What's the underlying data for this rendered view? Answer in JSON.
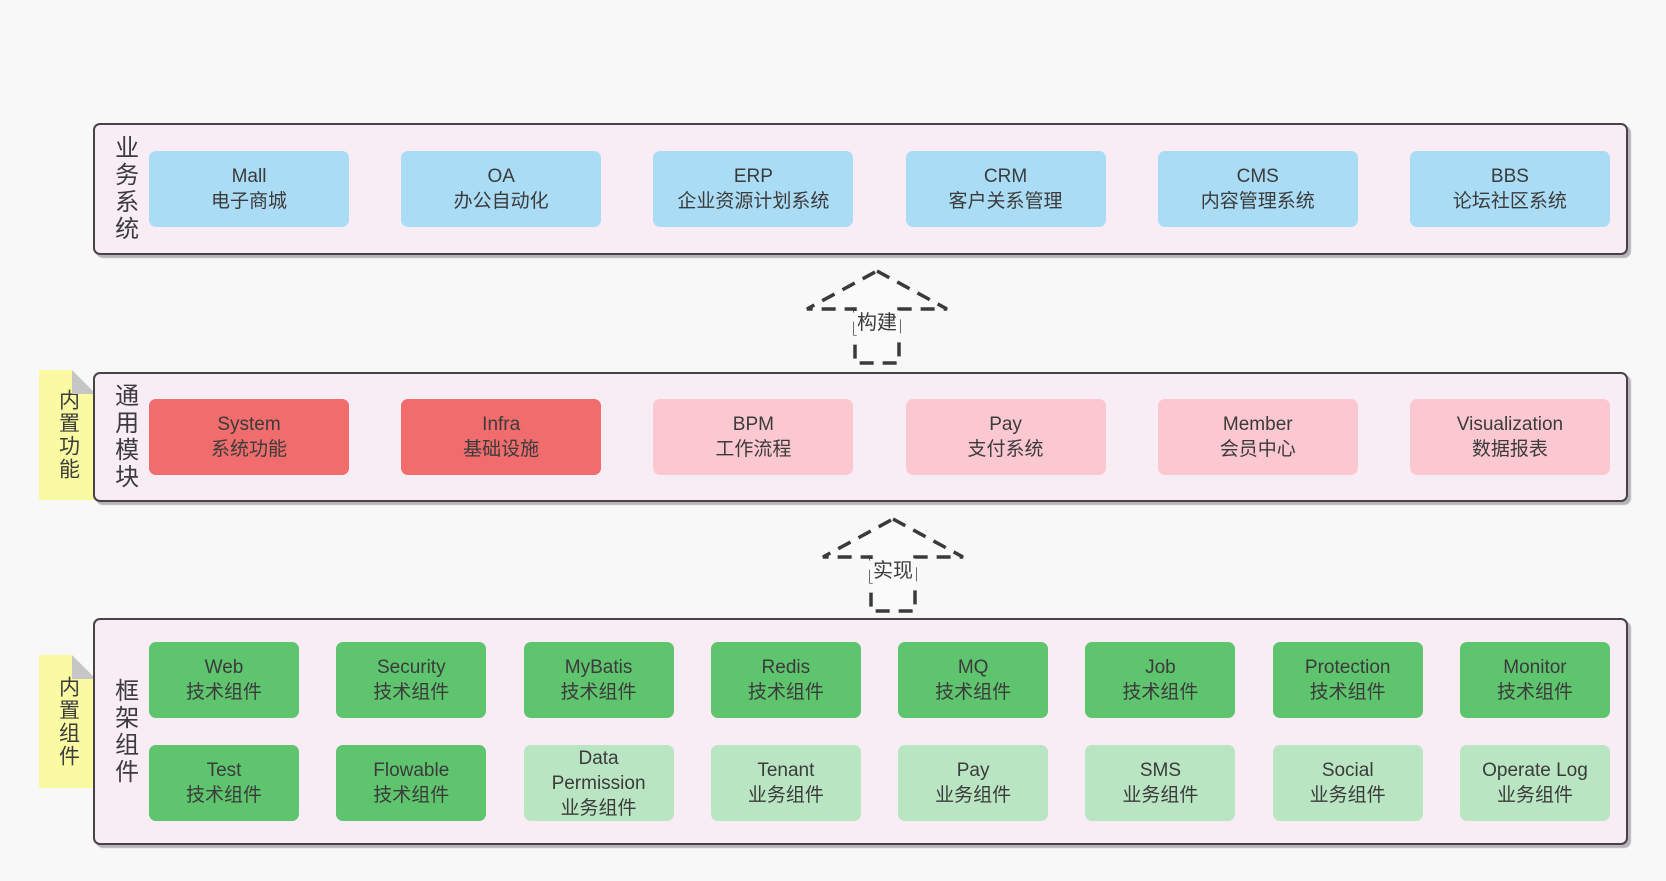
{
  "diagram": {
    "layers": {
      "business": {
        "label": "业务系统",
        "boxes": [
          {
            "title": "Mall",
            "subtitle": "电子商城"
          },
          {
            "title": "OA",
            "subtitle": "办公自动化"
          },
          {
            "title": "ERP",
            "subtitle": "企业资源计划系统"
          },
          {
            "title": "CRM",
            "subtitle": "客户关系管理"
          },
          {
            "title": "CMS",
            "subtitle": "内容管理系统"
          },
          {
            "title": "BBS",
            "subtitle": "论坛社区系统"
          }
        ]
      },
      "modules": {
        "label": "通用模块",
        "sticky_note": "内置功能",
        "boxes": [
          {
            "title": "System",
            "subtitle": "系统功能"
          },
          {
            "title": "Infra",
            "subtitle": "基础设施"
          },
          {
            "title": "BPM",
            "subtitle": "工作流程"
          },
          {
            "title": "Pay",
            "subtitle": "支付系统"
          },
          {
            "title": "Member",
            "subtitle": "会员中心"
          },
          {
            "title": "Visualization",
            "subtitle": "数据报表"
          }
        ]
      },
      "components": {
        "label": "框架组件",
        "sticky_note": "内置组件",
        "rows": [
          [
            {
              "title": "Web",
              "subtitle": "技术组件"
            },
            {
              "title": "Security",
              "subtitle": "技术组件"
            },
            {
              "title": "MyBatis",
              "subtitle": "技术组件"
            },
            {
              "title": "Redis",
              "subtitle": "技术组件"
            },
            {
              "title": "MQ",
              "subtitle": "技术组件"
            },
            {
              "title": "Job",
              "subtitle": "技术组件"
            },
            {
              "title": "Protection",
              "subtitle": "技术组件"
            },
            {
              "title": "Monitor",
              "subtitle": "技术组件"
            }
          ],
          [
            {
              "title": "Test",
              "subtitle": "技术组件"
            },
            {
              "title": "Flowable",
              "subtitle": "技术组件"
            },
            {
              "title": "Data Permission",
              "subtitle": "业务组件"
            },
            {
              "title": "Tenant",
              "subtitle": "业务组件"
            },
            {
              "title": "Pay",
              "subtitle": "业务组件"
            },
            {
              "title": "SMS",
              "subtitle": "业务组件"
            },
            {
              "title": "Social",
              "subtitle": "业务组件"
            },
            {
              "title": "Operate Log",
              "subtitle": "业务组件"
            }
          ]
        ]
      }
    },
    "arrows": {
      "build": {
        "label": "构建"
      },
      "implement": {
        "label": "实现"
      }
    },
    "colors": {
      "background": "#f9f8f9",
      "panel_fill": "#f8edf5",
      "panel_border": "#484247",
      "business_box": "#abdcf5",
      "module_core_box": "#f16c6c",
      "module_box": "#fbc8d1",
      "tech_component_box": "#5fc46e",
      "biz_component_box": "#bae5c3",
      "sticky_note": "#fafaa3",
      "text": "#3c3c3c"
    }
  }
}
